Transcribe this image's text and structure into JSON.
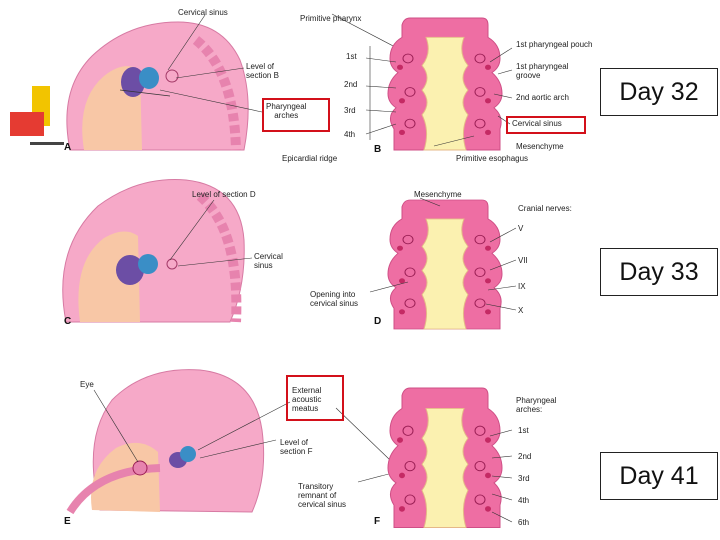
{
  "panels": [
    {
      "day": "Day 32",
      "left_letter": "A",
      "right_letter": "B",
      "labels": {
        "cervical_sinus_top": "Cervical sinus",
        "level_of_section": "Level of\nsection B",
        "pharyngeal_arches": "Pharyngeal\narches",
        "epicardial_ridge": "Epicardial ridge",
        "primitive_pharynx": "Primitive pharynx",
        "first": "1st",
        "second": "2nd",
        "third": "3rd",
        "fourth": "4th",
        "pouch": "1st pharyngeal pouch",
        "groove": "1st pharyngeal\ngroove",
        "aortic_arch": "2nd aortic arch",
        "cervical_sinus_right": "Cervical sinus",
        "mesenchyme": "Mesenchyme",
        "primitive_esophagus": "Primitive esophagus"
      }
    },
    {
      "day": "Day 33",
      "left_letter": "C",
      "right_letter": "D",
      "labels": {
        "level_of_section": "Level of section D",
        "cervical_sinus": "Cervical\nsinus",
        "opening": "Opening into\ncervical sinus",
        "mesenchyme": "Mesenchyme",
        "cranial_nerves": "Cranial nerves:",
        "v": "V",
        "vii": "VII",
        "ix": "IX",
        "x": "X"
      }
    },
    {
      "day": "Day 41",
      "left_letter": "E",
      "right_letter": "F",
      "labels": {
        "eye": "Eye",
        "external_meatus": "External\nacoustic\nmeatus",
        "level_of_section": "Level of\nsection F",
        "transitory": "Transitory\nremnant of\ncervical sinus",
        "pharyngeal_arches": "Pharyngeal\narches:",
        "first": "1st",
        "second": "2nd",
        "third": "3rd",
        "fourth": "4th",
        "sixth": "6th"
      }
    }
  ],
  "colors": {
    "embryo": "#f6a9c8",
    "embryo_dark": "#e783ae",
    "face": "#f8c7a6",
    "arch_purple": "#6c4ea5",
    "arch_blue": "#3a8ec6",
    "section_pink": "#ee6ea3",
    "lumen": "#fbf1b0",
    "highlight_box": "#d3101a",
    "accent_yellow": "#f2c400",
    "accent_red": "#e53b32"
  }
}
